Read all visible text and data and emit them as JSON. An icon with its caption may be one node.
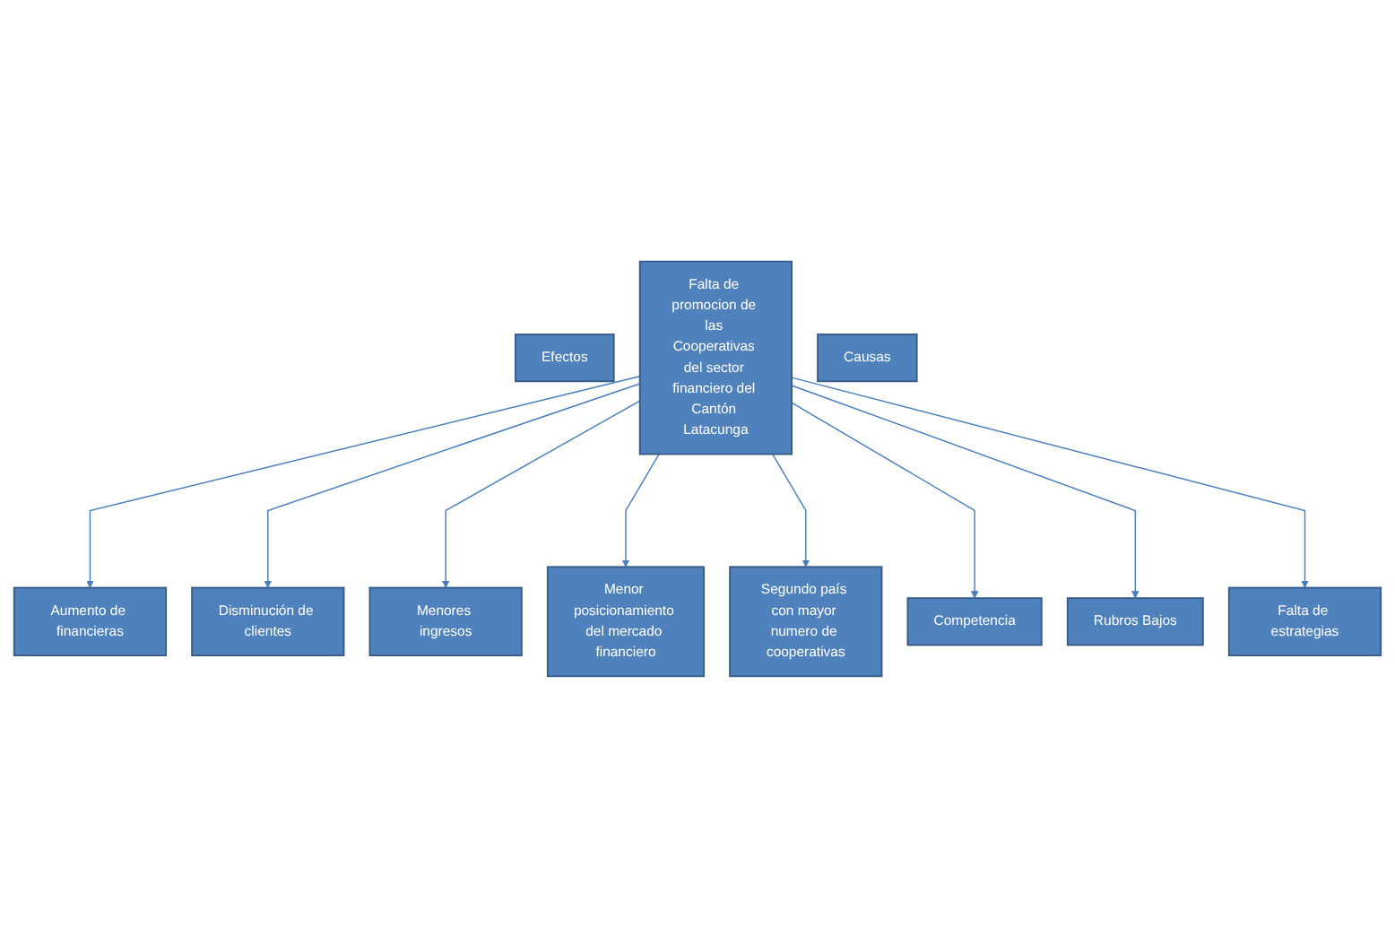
{
  "diagram": {
    "nodes": [
      {
        "text": [
          "Efectos"
        ]
      },
      {
        "text": [
          "Aumento de financieras"
        ]
      },
      {
        "text": [
          "Disminución de clientes"
        ]
      },
      {
        "text": [
          "Menores ingresos"
        ]
      },
      {
        "text": [
          "Menor posicionamiento del mercado financiero"
        ]
      },
      {
        "text": [
          "Falta de promocion de las Cooperativas del sector financiero del Cantón Latacunga"
        ]
      },
      {
        "text": [
          "Segundo país con mayor numero de cooperativas"
        ]
      },
      {
        "text": [
          "Competencia"
        ]
      },
      {
        "text": [
          "Rubros Bajos"
        ]
      },
      {
        "text": [
          "Falta de estrategias"
        ]
      },
      {
        "text": [
          "Causas"
        ]
      }
    ],
    "edges": [
      {
        "from": 5,
        "to": 1,
        "arrow": "to"
      },
      {
        "from": 5,
        "to": 2,
        "arrow": "to"
      },
      {
        "from": 5,
        "to": 3,
        "arrow": "to"
      },
      {
        "from": 5,
        "to": 4,
        "arrow": "to"
      },
      {
        "from": 5,
        "to": 6,
        "arrow": "to"
      },
      {
        "from": 5,
        "to": 7,
        "arrow": "to"
      },
      {
        "from": 5,
        "to": 8,
        "arrow": "to"
      },
      {
        "from": 5,
        "to": 9,
        "arrow": "to"
      }
    ]
  }
}
